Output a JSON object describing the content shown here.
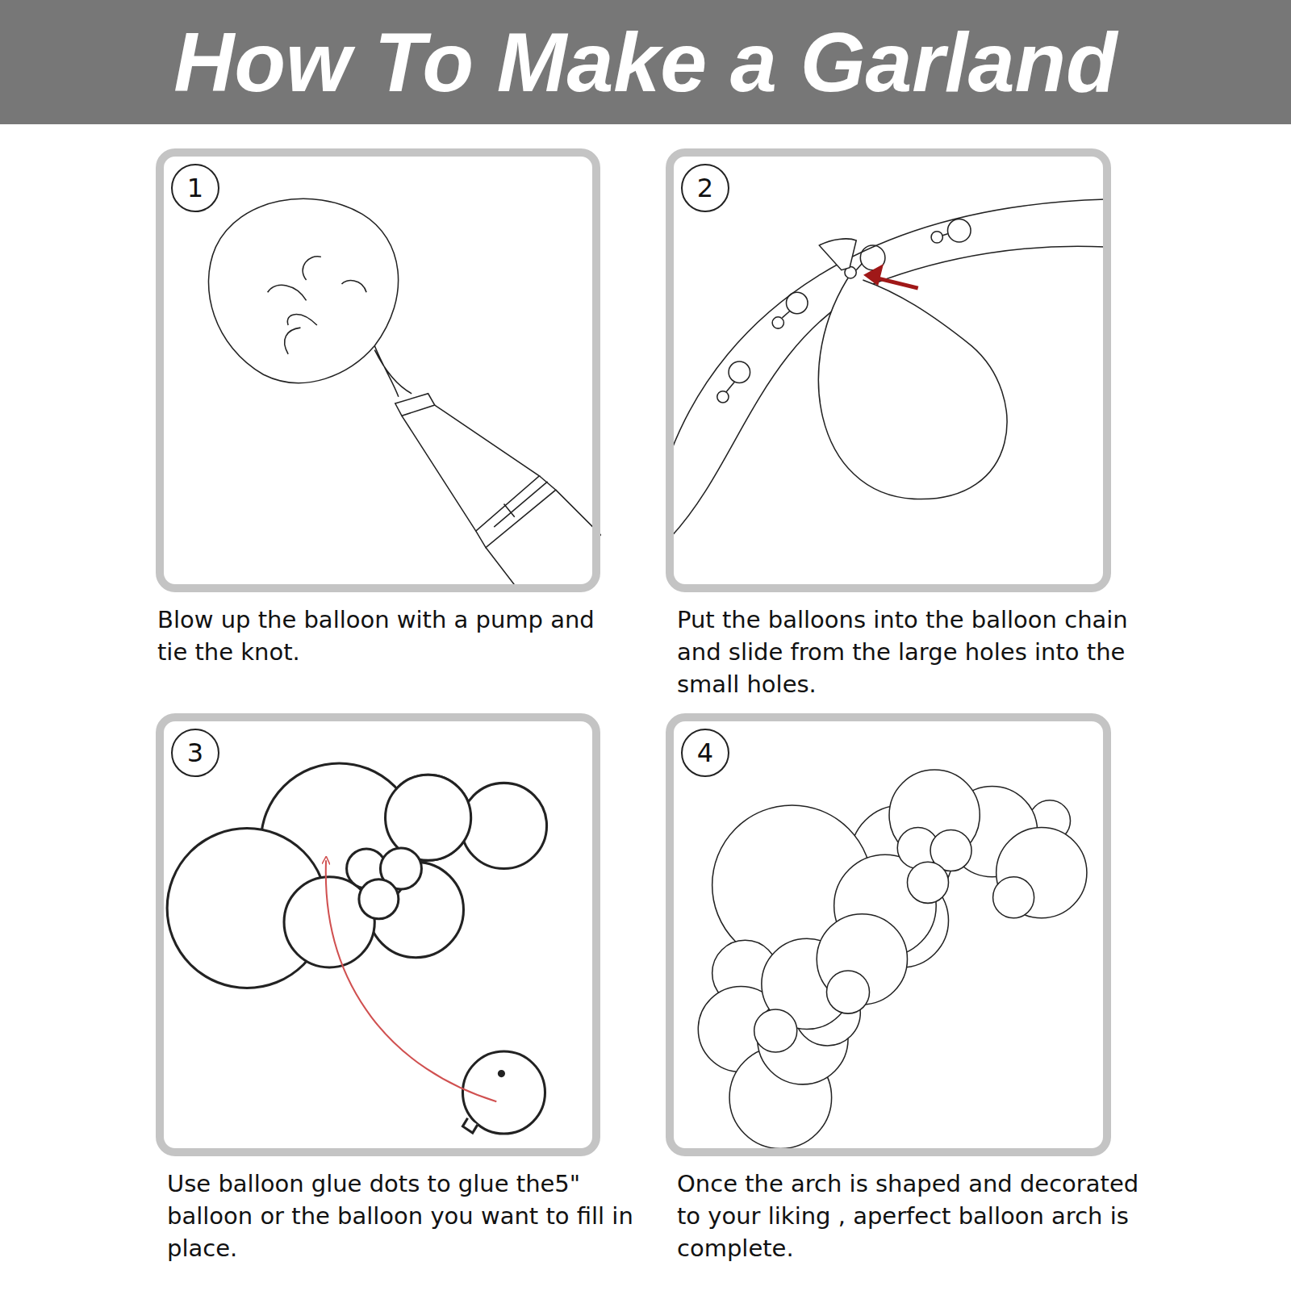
{
  "diagram": {
    "title": "How To Make a Garland",
    "nodes": [
      {
        "text": [
          "Blow up the balloon with a pump and tie the knot."
        ]
      },
      {
        "text": [
          "1"
        ],
        "in": 0
      },
      {
        "text": [
          "Put the balloons into the balloon chain and slide from the large holes into the small holes."
        ]
      },
      {
        "text": [
          "2"
        ],
        "in": 2
      },
      {
        "text": [
          "Use balloon glue dots to glue the5\" balloon or the balloon you want to fill in place."
        ]
      },
      {
        "text": [
          "3"
        ],
        "in": 4
      },
      {
        "text": [
          "Once the arch is shaped and decorated to your liking , aperfect balloon arch is complete."
        ]
      },
      {
        "text": [
          "4"
        ],
        "in": 6
      }
    ]
  }
}
